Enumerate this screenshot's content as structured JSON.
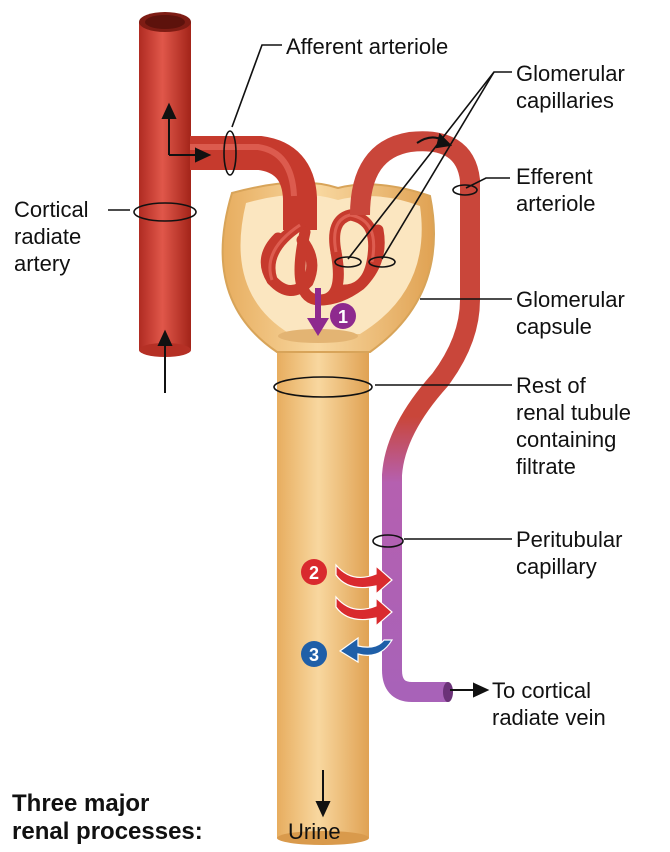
{
  "labels": {
    "afferent_arteriole": [
      "Afferent arteriole"
    ],
    "glomerular_capillaries": [
      "Glomerular",
      "capillaries"
    ],
    "efferent_arteriole": [
      "Efferent",
      "arteriole"
    ],
    "cortical_radiate_artery": [
      "Cortical",
      "radiate",
      "artery"
    ],
    "glomerular_capsule": [
      "Glomerular",
      "capsule"
    ],
    "rest_of_renal_tubule": [
      "Rest of",
      "renal tubule",
      "containing",
      "filtrate"
    ],
    "peritubular_capillary": [
      "Peritubular",
      "capillary"
    ],
    "to_cortical_radiate_vein": [
      "To cortical",
      "radiate vein"
    ],
    "urine": [
      "Urine"
    ]
  },
  "heading": [
    "Three major",
    "renal processes:"
  ],
  "process_markers": [
    "1",
    "2",
    "3"
  ],
  "colors": {
    "artery": "#c63a2d",
    "tubule": "#f0c37a",
    "capillary_venous": "#a862b8",
    "marker_1": "#8e2a8e",
    "marker_2": "#d92a2e",
    "marker_3": "#1f5fa8"
  }
}
